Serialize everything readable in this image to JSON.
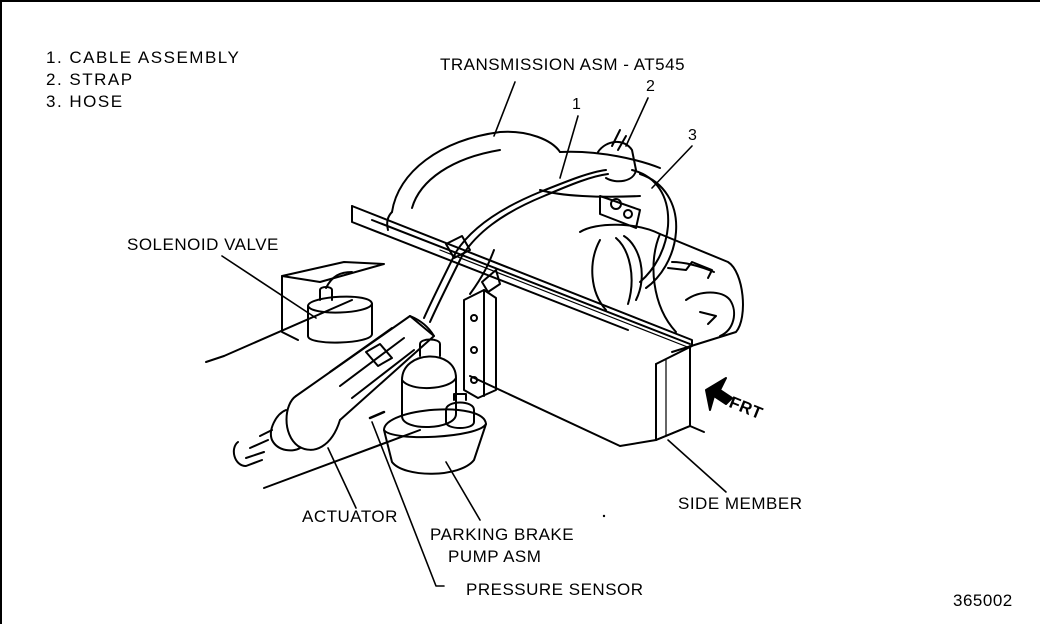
{
  "legend": {
    "items": [
      "1. CABLE ASSEMBLY",
      "2. STRAP",
      "3. HOSE"
    ]
  },
  "labels": {
    "transmission": "TRANSMISSION ASM - AT545",
    "callout_1": "1",
    "callout_2": "2",
    "callout_3": "3",
    "solenoid_valve": "SOLENOID VALVE",
    "actuator": "ACTUATOR",
    "pump_line1": "PARKING BRAKE",
    "pump_line2": "PUMP ASM",
    "pressure_sensor": "PRESSURE SENSOR",
    "side_member": "SIDE MEMBER",
    "front": "FRT",
    "figure_number": "365002"
  },
  "colors": {
    "ink": "#000000",
    "paper": "#ffffff"
  }
}
